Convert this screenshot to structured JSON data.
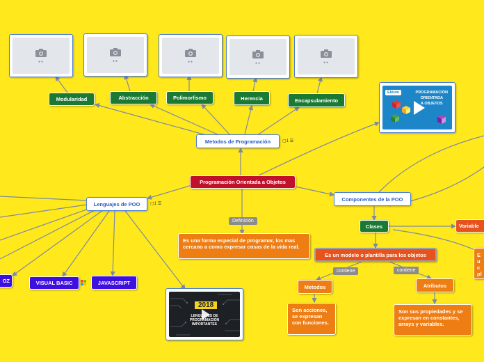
{
  "central": {
    "label": "Programación Orientada a Objetos"
  },
  "metodos": {
    "label": "Metodos de Programación",
    "note_count": "1",
    "children": [
      "Modularidad",
      "Abstracción",
      "Polimorfismo",
      "Herencia",
      "Encapsulamiento"
    ]
  },
  "lenguajes": {
    "label": "Lenguajes de POO",
    "note_count": "1",
    "children_visible": [
      "OZ",
      "VISUAL BASIC",
      "JAVASCRIPT"
    ]
  },
  "definicion": {
    "edge_label": "Definición",
    "text": "Es una forma especial de programar, los mas cercano a como expresar cosas de la vida real."
  },
  "componentes": {
    "label": "Componentes de la POO",
    "clases": "Clases",
    "variables_partial": "Variable",
    "modelo": "Es un modelo o plantilla para los objetos",
    "contiene_left": "contiene",
    "contiene_right": "contiene",
    "metodos": "Metodos",
    "metodos_text": "Son acciones, se expresan con funciones.",
    "atributos": "Atributos",
    "atributos_text": "Son sus propiedades y se expresan en constantes, arrays y variables.",
    "variables_text_partial": "E u c pl"
  },
  "video_top": {
    "brand": "Ebium",
    "line1": "PROGRAMACIÓN",
    "line2": "ORIENTADA",
    "line3": "A OBJETOS"
  },
  "video_bottom": {
    "year": "2018",
    "line1": "LENGUAJES DE",
    "line2": "PROGRAMACIÓN",
    "line3": "IMPORTANTES"
  },
  "icons": {
    "placeholder": "camera-icon",
    "note": "note-icon",
    "list": "list-icon",
    "play": "play-icon"
  },
  "colors": {
    "background": "#ffe81c",
    "central": "#c0102a",
    "method_node": "#1a7a34",
    "language_node": "#3d0fe0",
    "text_box": "#ee7d13",
    "edge": "#8c96a8"
  }
}
